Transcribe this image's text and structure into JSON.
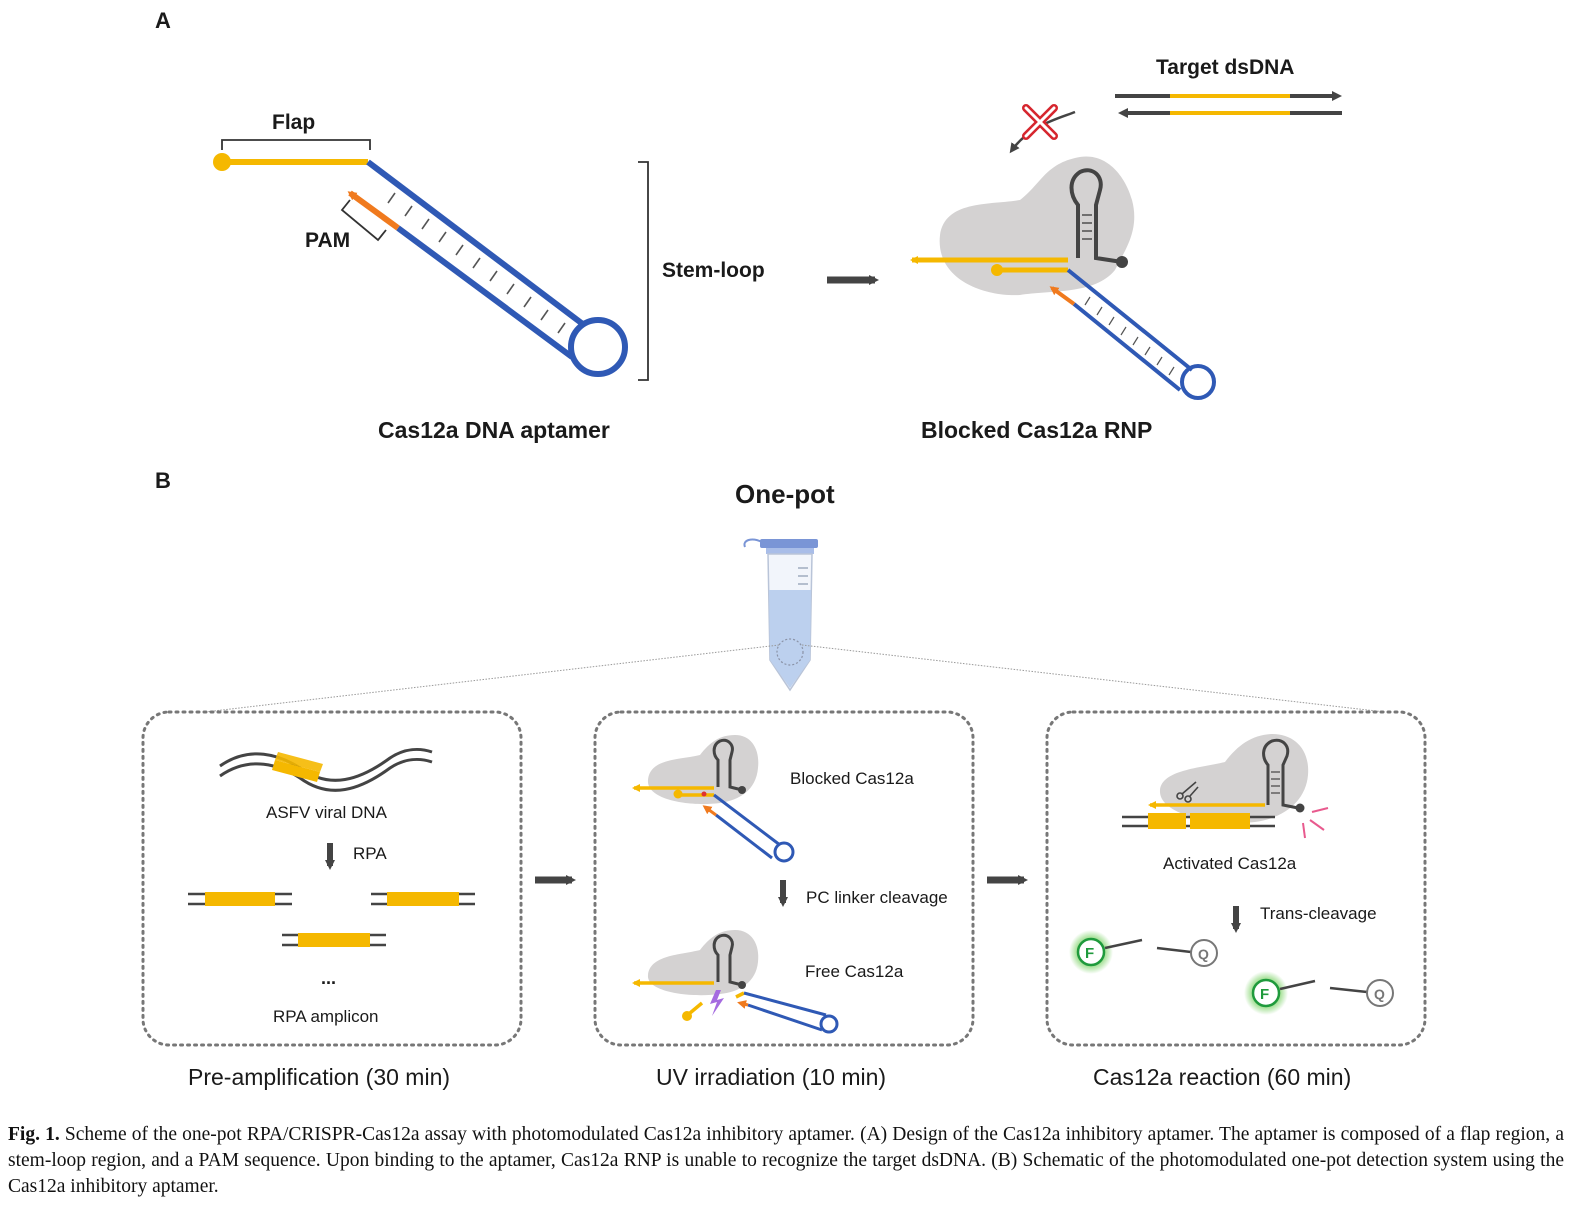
{
  "panel_a": {
    "letter": "A",
    "flap_label": "Flap",
    "pam_label": "PAM",
    "stem_loop_label": "Stem-loop",
    "target_label": "Target dsDNA",
    "aptamer_label": "Cas12a DNA aptamer",
    "blocked_label": "Blocked Cas12a RNP"
  },
  "panel_b": {
    "letter": "B",
    "title": "One-pot",
    "box1": {
      "viral_label": "ASFV viral DNA",
      "rpa_label": "RPA",
      "dots": "...",
      "amplicon_label": "RPA amplicon",
      "step_label": "Pre-amplification (30 min)"
    },
    "box2": {
      "blocked_label": "Blocked Cas12a",
      "cleavage_label": "PC linker cleavage",
      "free_label": "Free Cas12a",
      "step_label": "UV irradiation (10 min)"
    },
    "box3": {
      "activated_label": "Activated Cas12a",
      "trans_label": "Trans-cleavage",
      "f_letter": "F",
      "q_letter": "Q",
      "step_label": "Cas12a reaction (60 min)"
    }
  },
  "caption": {
    "fig_no": "Fig. 1.",
    "text": " Scheme of the one-pot RPA/CRISPR-Cas12a assay with photomodulated Cas12a inhibitory aptamer. (A) Design of the Cas12a inhibitory aptamer. The aptamer is composed of a flap region, a stem-loop region, and a PAM sequence. Upon binding to the aptamer, Cas12a RNP is unable to recognize the target dsDNA. (B) Schematic of the photomodulated one-pot detection system using the Cas12a inhibitory aptamer."
  },
  "colors": {
    "flap": "#f5b800",
    "stem": "#2f59b5",
    "pam": "#f07a1e",
    "protein": "#d4d2d2",
    "dark": "#444444",
    "fluor": "#1f9a3c",
    "cross": "#d6262e"
  }
}
